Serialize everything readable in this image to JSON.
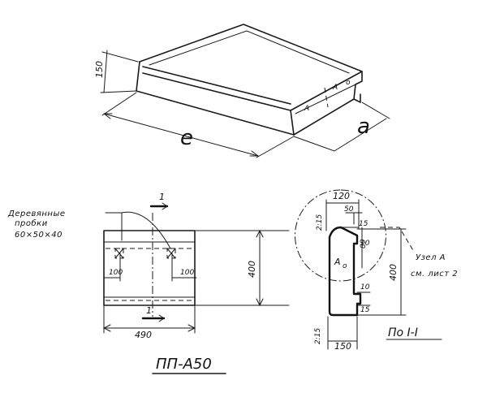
{
  "iso_view": {
    "dim_thickness": "150",
    "dim_length": "e",
    "dim_width": "a",
    "node_mark": "A"
  },
  "plan_view": {
    "note_line1": "Деревянные",
    "note_line2": "пробки",
    "note_line3": "60×50×40",
    "section_mark": "1",
    "dim_hole_left": "100",
    "dim_hole_right": "100",
    "dim_height": "400",
    "dim_width": "490"
  },
  "section_view": {
    "dim_top_width": "120",
    "dim_slope_top": "2:15",
    "dim_step": "50",
    "dim_15": "15",
    "dim_10_top": "10",
    "dim_80": "80",
    "dim_mark": "A",
    "dim_height": "400",
    "dim_10_bottom": "10",
    "dim_15_bottom": "15",
    "dim_slope_bottom": "2:15",
    "dim_bottom_width": "150",
    "callout_line1": "Узел A",
    "callout_line2": "см. лист 2",
    "section_title": "По I-I"
  },
  "title": "ПП-А50"
}
